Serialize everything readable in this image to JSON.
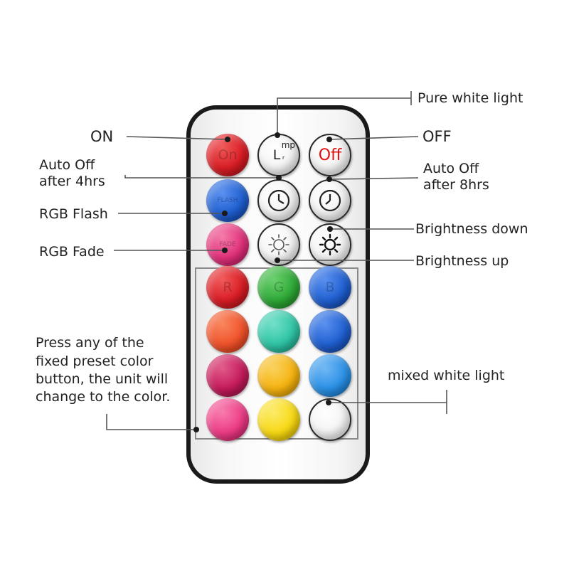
{
  "labels": {
    "on": "ON",
    "off": "OFF",
    "pure_white": "Pure white light",
    "auto_off_4_line1": "Auto Off",
    "auto_off_4_line2": "after 4hrs",
    "auto_off_8_line1": "Auto Off",
    "auto_off_8_line2": "after 8hrs",
    "rgb_flash": "RGB Flash",
    "rgb_fade": "RGB Fade",
    "brightness_down": "Brightness down",
    "brightness_up": "Brightness up",
    "preset_line1": "Press any of the",
    "preset_line2": "fixed preset color",
    "preset_line3": "button, the unit will",
    "preset_line4": "change to the color.",
    "mixed_white": "mixed white light"
  },
  "buttons": {
    "on": "On",
    "lamp": "L",
    "lamp_sup": "mp",
    "off": "Off",
    "flash": "FLASH",
    "fade": "FADE",
    "r": "R",
    "g": "G",
    "b": "B"
  },
  "colors": {
    "on": "#d81c24",
    "flash": "#1f5fd0",
    "fade": "#e0307a",
    "red": "#d81c24",
    "green": "#2ea836",
    "blue": "#1f5fd0",
    "orange": "#f0522a",
    "teal": "#2ec4a4",
    "navy": "#1f5fd0",
    "crimson": "#c41a5a",
    "amber": "#f5b20e",
    "sky": "#2a90e6",
    "pink": "#ec3a84",
    "yellow": "#f8d812",
    "white": "#f4f4f4"
  }
}
